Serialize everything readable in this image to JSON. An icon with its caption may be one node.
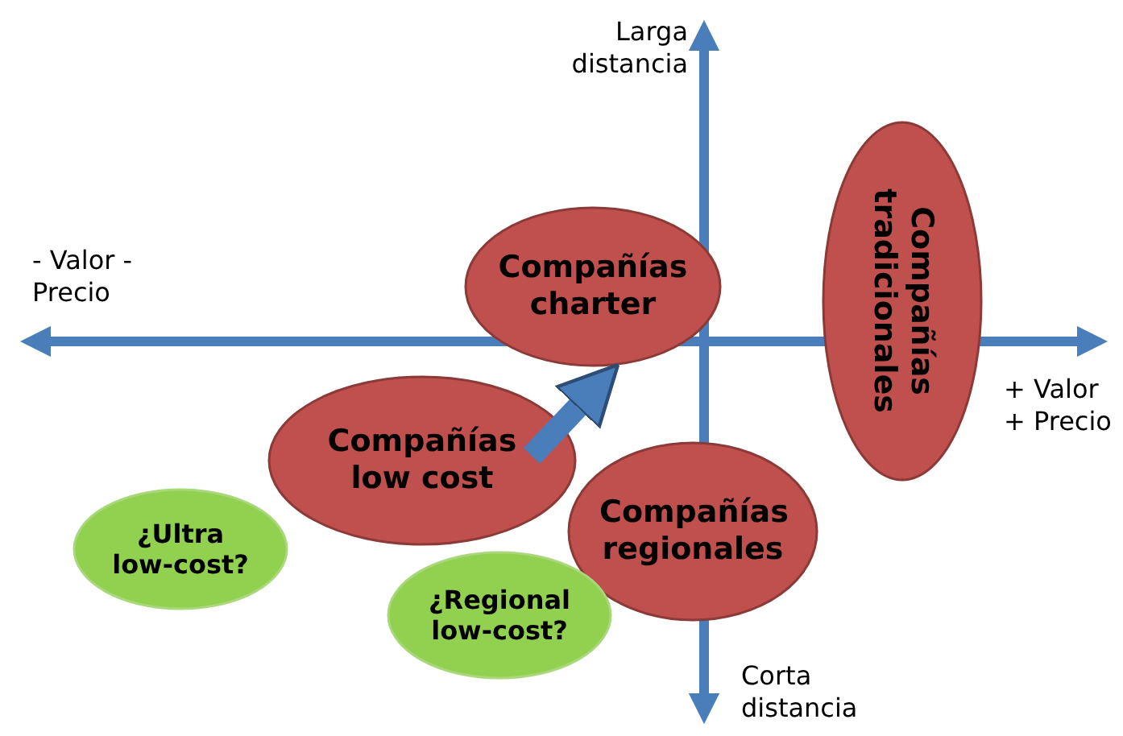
{
  "diagram": {
    "nodes": [
      {
        "text": [
          "Compañías charter"
        ]
      },
      {
        "text": [
          "Compañías tradicionales"
        ]
      },
      {
        "text": [
          "Compañías low cost"
        ]
      },
      {
        "text": [
          "Compañías regionales"
        ]
      },
      {
        "text": [
          "¿Ultra low-cost?"
        ]
      },
      {
        "text": [
          "¿Regional low-cost?"
        ]
      }
    ],
    "edges": [
      {
        "from": 2,
        "to": 0,
        "arrow": "to"
      }
    ],
    "labels": [
      "Larga distancia",
      "- Valor - Precio",
      "+ Valor + Precio",
      "Corta distancia"
    ]
  }
}
